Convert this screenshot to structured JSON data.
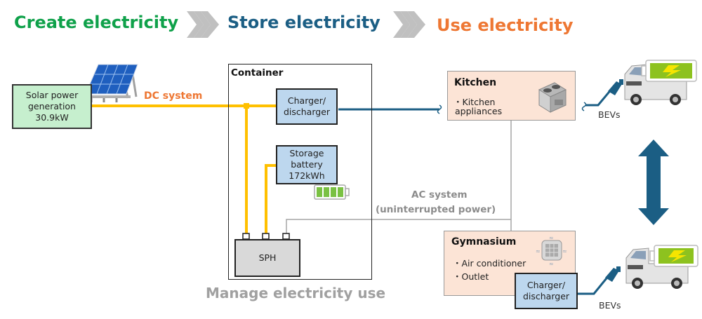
{
  "header": {
    "steps": [
      {
        "label": "Create electricity",
        "color": "#0fa14a"
      },
      {
        "label": "Store electricity",
        "color": "#1b5e84"
      },
      {
        "label": "Use electricity",
        "color": "#ee7733"
      }
    ],
    "arrow_color": "#c0c0c0"
  },
  "solar": {
    "lines": [
      "Solar power",
      "generation",
      "30.9kW"
    ]
  },
  "labels": {
    "dc_system": "DC system",
    "ac_system_line1": "AC system",
    "ac_system_line2": "(uninterrupted power)",
    "manage": "Manage electricity use",
    "bevs_top": "BEVs",
    "bevs_bottom": "BEVs"
  },
  "container": {
    "title": "Container",
    "charger": {
      "lines": [
        "Charger/",
        "discharger"
      ]
    },
    "battery": {
      "lines": [
        "Storage",
        "battery",
        "172kWh"
      ]
    },
    "sph": "SPH"
  },
  "kitchen": {
    "title": "Kitchen",
    "items": [
      "・Kitchen",
      "appliances"
    ]
  },
  "gymnasium": {
    "title": "Gymnasium",
    "items": [
      "・Air conditioner",
      "・Outlet"
    ],
    "charger": {
      "lines": [
        "Charger/",
        "discharger"
      ]
    }
  },
  "colors": {
    "dc_line": "#ffc000",
    "ac_line": "#a6a6a6",
    "link_line": "#1b5e84",
    "battery_green": "#7ac143"
  }
}
